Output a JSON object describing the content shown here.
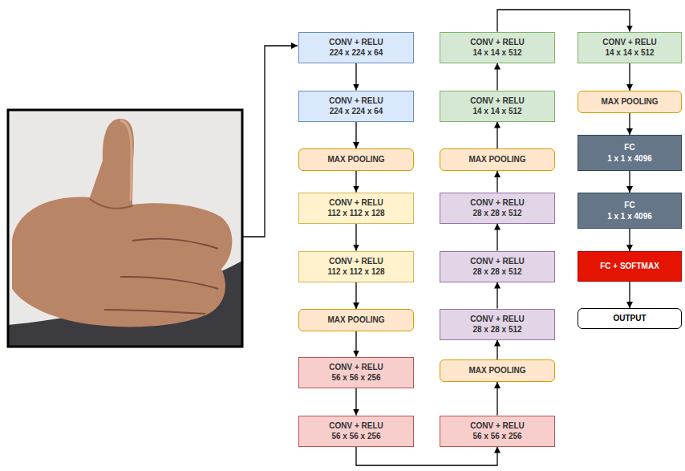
{
  "diagram": {
    "nodes": [
      {
        "text": [
          "CONV + RELU",
          "224 x 224 x 64"
        ]
      },
      {
        "text": [
          "CONV + RELU",
          "224 x 224 x 64"
        ]
      },
      {
        "text": [
          "MAX POOLING"
        ]
      },
      {
        "text": [
          "CONV + RELU",
          "112 x 112 x 128"
        ]
      },
      {
        "text": [
          "CONV + RELU",
          "112 x 112 x 128"
        ]
      },
      {
        "text": [
          "MAX POOLING"
        ]
      },
      {
        "text": [
          "CONV + RELU",
          "56 x 56 x 256"
        ]
      },
      {
        "text": [
          "CONV + RELU",
          "56 x 56 x 256"
        ]
      },
      {
        "text": [
          "CONV + RELU",
          "56 x 56 x 256"
        ]
      },
      {
        "text": [
          "MAX POOLING"
        ]
      },
      {
        "text": [
          "CONV + RELU",
          "28 x 28 x 512"
        ]
      },
      {
        "text": [
          "CONV + RELU",
          "28 x 28 x 512"
        ]
      },
      {
        "text": [
          "CONV + RELU",
          "28 x 28 x 512"
        ]
      },
      {
        "text": [
          "MAX POOLING"
        ]
      },
      {
        "text": [
          "CONV + RELU",
          "14 x 14 x 512"
        ]
      },
      {
        "text": [
          "CONV + RELU",
          "14 x 14 x 512"
        ]
      },
      {
        "text": [
          "CONV + RELU",
          "14 x 14 x 512"
        ]
      },
      {
        "text": [
          "MAX POOLING"
        ]
      },
      {
        "text": [
          "FC",
          "1 x 1 x 4096"
        ]
      },
      {
        "text": [
          "FC",
          "1 x 1 x 4096"
        ]
      },
      {
        "text": [
          "FC + SOFTMAX"
        ]
      },
      {
        "text": [
          "OUTPUT"
        ]
      }
    ],
    "edges": [
      {
        "from": 0,
        "to": 1,
        "arrow": "to"
      },
      {
        "from": 1,
        "to": 2,
        "arrow": "to"
      },
      {
        "from": 2,
        "to": 3,
        "arrow": "to"
      },
      {
        "from": 3,
        "to": 4,
        "arrow": "to"
      },
      {
        "from": 4,
        "to": 5,
        "arrow": "to"
      },
      {
        "from": 5,
        "to": 6,
        "arrow": "to"
      },
      {
        "from": 6,
        "to": 7,
        "arrow": "to"
      },
      {
        "from": 7,
        "to": 8,
        "arrow": "to"
      },
      {
        "from": 8,
        "to": 9,
        "arrow": "to"
      },
      {
        "from": 9,
        "to": 10,
        "arrow": "to"
      },
      {
        "from": 10,
        "to": 11,
        "arrow": "to"
      },
      {
        "from": 11,
        "to": 12,
        "arrow": "to"
      },
      {
        "from": 12,
        "to": 13,
        "arrow": "to"
      },
      {
        "from": 13,
        "to": 14,
        "arrow": "to"
      },
      {
        "from": 14,
        "to": 15,
        "arrow": "to"
      },
      {
        "from": 15,
        "to": 16,
        "arrow": "to"
      },
      {
        "from": 16,
        "to": 17,
        "arrow": "to"
      },
      {
        "from": 17,
        "to": 18,
        "arrow": "to"
      },
      {
        "from": 18,
        "to": 19,
        "arrow": "to"
      },
      {
        "from": 19,
        "to": 20,
        "arrow": "to"
      },
      {
        "from": 20,
        "to": 21,
        "arrow": "to"
      }
    ]
  }
}
